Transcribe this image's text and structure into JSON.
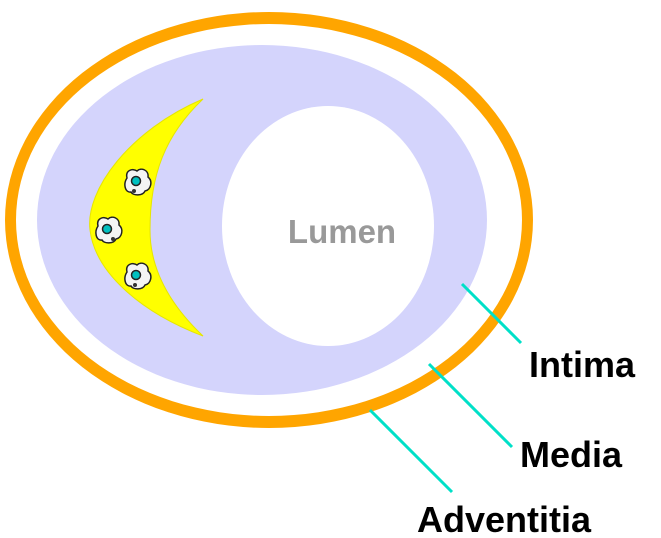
{
  "labels": {
    "lumen": "Lumen",
    "intima": "Intima",
    "media": "Media",
    "adventitia": "Adventitia"
  },
  "colors": {
    "adventitia": "#FFA500",
    "media": "#FFFFFF",
    "intima": "#D4D4FC",
    "plaque": "#FFFF00",
    "lumen": "#FFFFFF",
    "lumen_text": "#999999",
    "leader_line": "#00E0C8",
    "label_text": "#000000",
    "cell_fill": "#F4F4F4",
    "cell_nucleus": "#00C0C0"
  },
  "cells_count": 3
}
